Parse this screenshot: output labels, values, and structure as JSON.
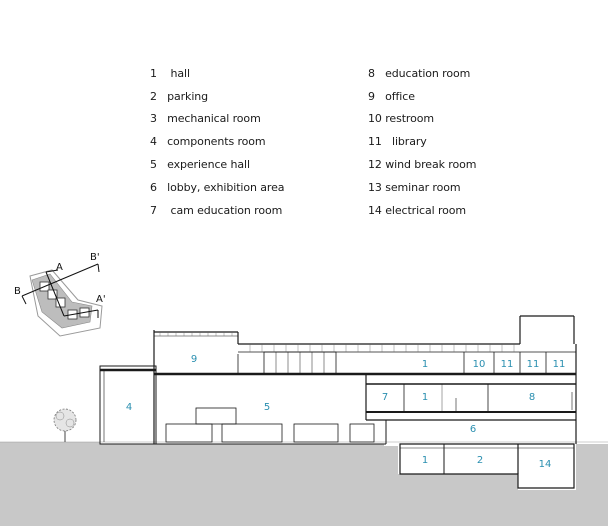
{
  "legend": [
    {
      "num": "1",
      "label": "hall"
    },
    {
      "num": "2",
      "label": "parking"
    },
    {
      "num": "3",
      "label": "mechanical room"
    },
    {
      "num": "4",
      "label": "components room"
    },
    {
      "num": "5",
      "label": "experience hall"
    },
    {
      "num": "6",
      "label": "lobby, exhibition area"
    },
    {
      "num": "7",
      "label": "cam education room"
    },
    {
      "num": "8",
      "label": "education room"
    },
    {
      "num": "9",
      "label": "office"
    },
    {
      "num": "10",
      "label": "restroom"
    },
    {
      "num": "11",
      "label": "library"
    },
    {
      "num": "12",
      "label": "wind break room"
    },
    {
      "num": "13",
      "label": "seminar room"
    },
    {
      "num": "14",
      "label": "electrical room"
    }
  ],
  "key_plan": {
    "labels": [
      "A",
      "B'",
      "B",
      "A'"
    ]
  },
  "section_rooms": [
    "9",
    "4",
    "5",
    "1",
    "10",
    "11",
    "11",
    "11",
    "7",
    "1",
    "8",
    "6",
    "1",
    "2",
    "14"
  ],
  "colors": {
    "room_label": "#2a8fb0",
    "ground": "#c8c8c8",
    "line": "#1a1a1a"
  }
}
